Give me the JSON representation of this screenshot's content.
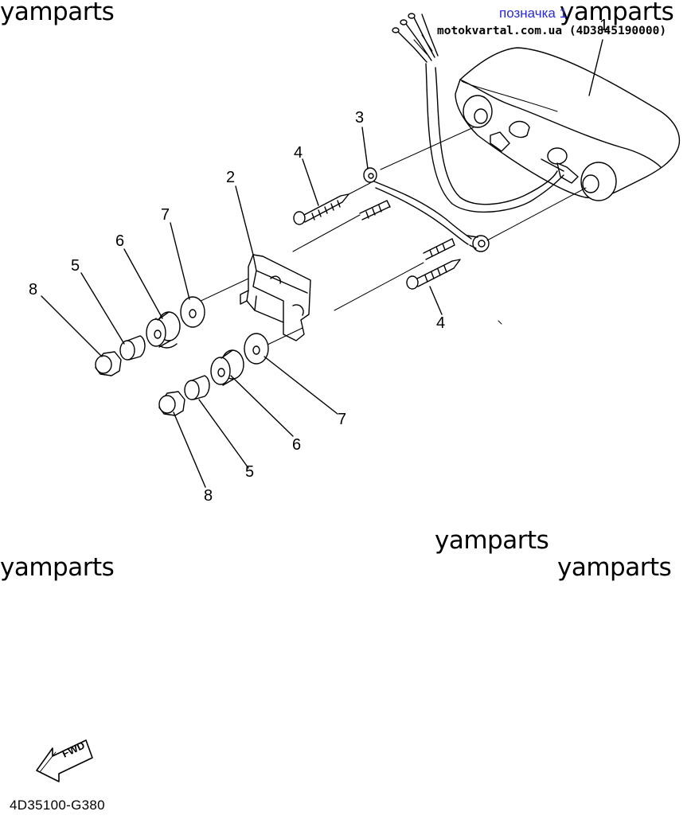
{
  "watermarks": [
    "yamparts",
    "yamparts",
    "yamparts",
    "yamparts",
    "yamparts"
  ],
  "tag_link": "позначка 1",
  "site_ref": "motokvartal.com.ua (4D3845190000)",
  "part_labels": {
    "p1": "1",
    "p2": "2",
    "p3": "3",
    "p4a": "4",
    "p4b": "4",
    "p5a": "5",
    "p5b": "5",
    "p6a": "6",
    "p6b": "6",
    "p7a": "7",
    "p7b": "7",
    "p8a": "8",
    "p8b": "8"
  },
  "fwd_label": "FWD",
  "drawing_code": "4D35100-G380",
  "colors": {
    "line": "#000000",
    "tag": "#2b2bd8",
    "background": "#ffffff"
  }
}
